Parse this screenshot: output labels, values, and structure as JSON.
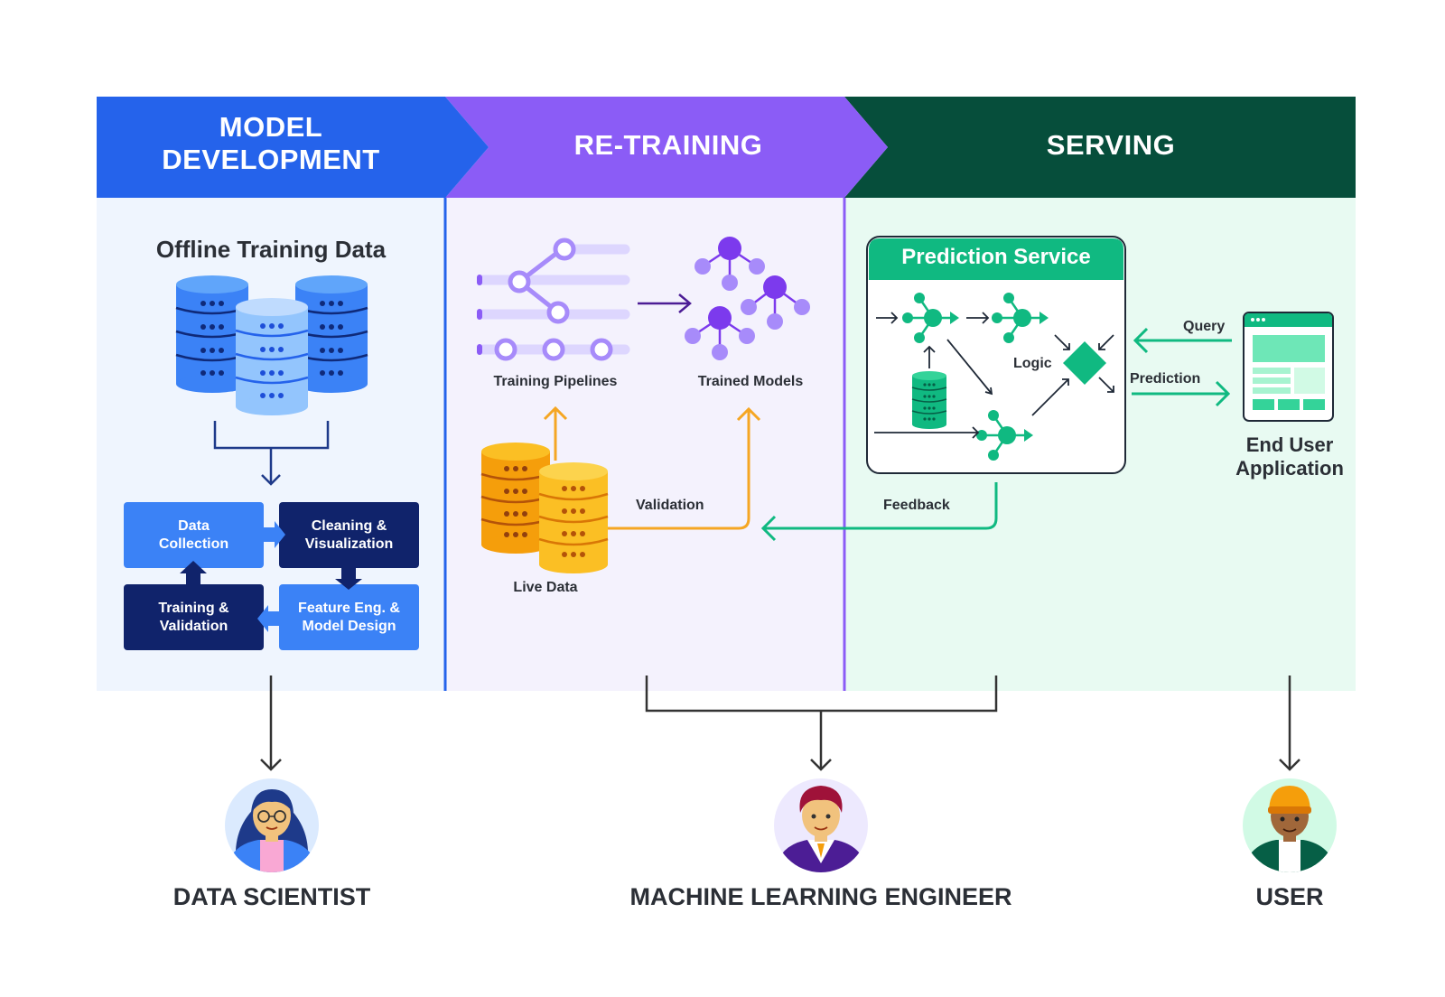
{
  "header": {
    "model_development_line1": "MODEL",
    "model_development_line2": "DEVELOPMENT",
    "retraining": "RE-TRAINING",
    "serving": "SERVING"
  },
  "model_development": {
    "title": "Offline Training Data",
    "cycle": {
      "data_collection_line1": "Data",
      "data_collection_line2": "Collection",
      "cleaning_line1": "Cleaning &",
      "cleaning_line2": "Visualization",
      "feature_line1": "Feature Eng. &",
      "feature_line2": "Model Design",
      "training_line1": "Training &",
      "training_line2": "Validation"
    }
  },
  "retraining": {
    "training_pipelines": "Training Pipelines",
    "trained_models": "Trained Models",
    "live_data": "Live Data",
    "validation": "Validation"
  },
  "serving": {
    "prediction_service": "Prediction Service",
    "logic": "Logic",
    "query": "Query",
    "prediction": "Prediction",
    "feedback": "Feedback",
    "end_user_line1": "End User",
    "end_user_line2": "Application"
  },
  "roles": {
    "data_scientist": "DATA SCIENTIST",
    "ml_engineer": "MACHINE LEARNING ENGINEER",
    "user": "USER"
  },
  "colors": {
    "blue": "#2563eb",
    "purple": "#8b5cf6",
    "dark_green": "#064e3b",
    "green": "#10b981",
    "orange": "#f5a623",
    "navy": "#10236b"
  }
}
